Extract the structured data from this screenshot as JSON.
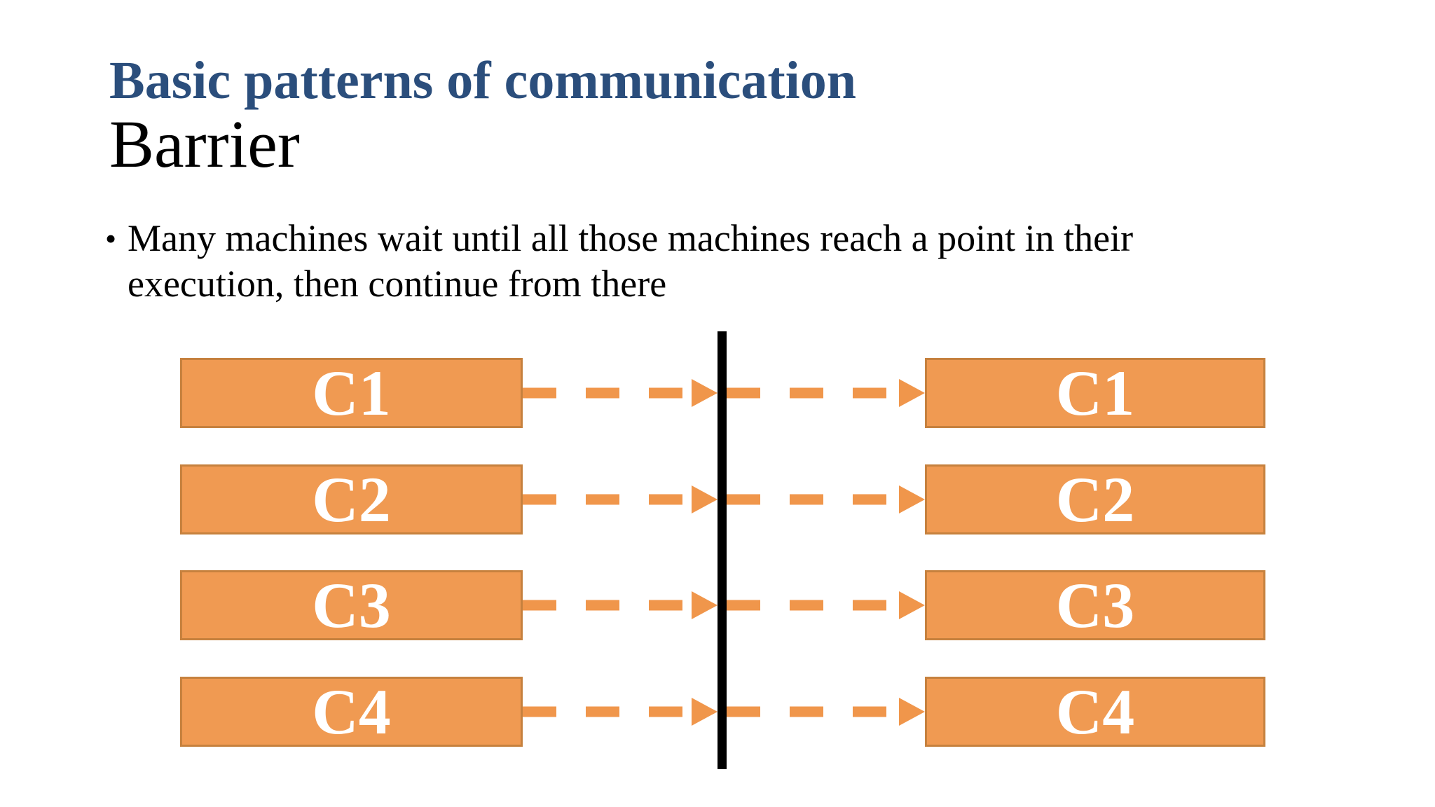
{
  "header": {
    "title": "Basic patterns of communication",
    "subtitle": "Barrier",
    "title_color": "#2B4E7C"
  },
  "bullet": {
    "marker": "•",
    "lines": [
      "Many machines wait until all those machines reach a point in their",
      "execution, then continue from there"
    ]
  },
  "diagram": {
    "rows": [
      {
        "left": "C1",
        "right": "C1"
      },
      {
        "left": "C2",
        "right": "C2"
      },
      {
        "left": "C3",
        "right": "C3"
      },
      {
        "left": "C4",
        "right": "C4"
      }
    ],
    "colors": {
      "box_fill": "#F09A52",
      "box_border": "#C6813E",
      "arrow": "#F0964B",
      "barrier": "#000000"
    }
  }
}
